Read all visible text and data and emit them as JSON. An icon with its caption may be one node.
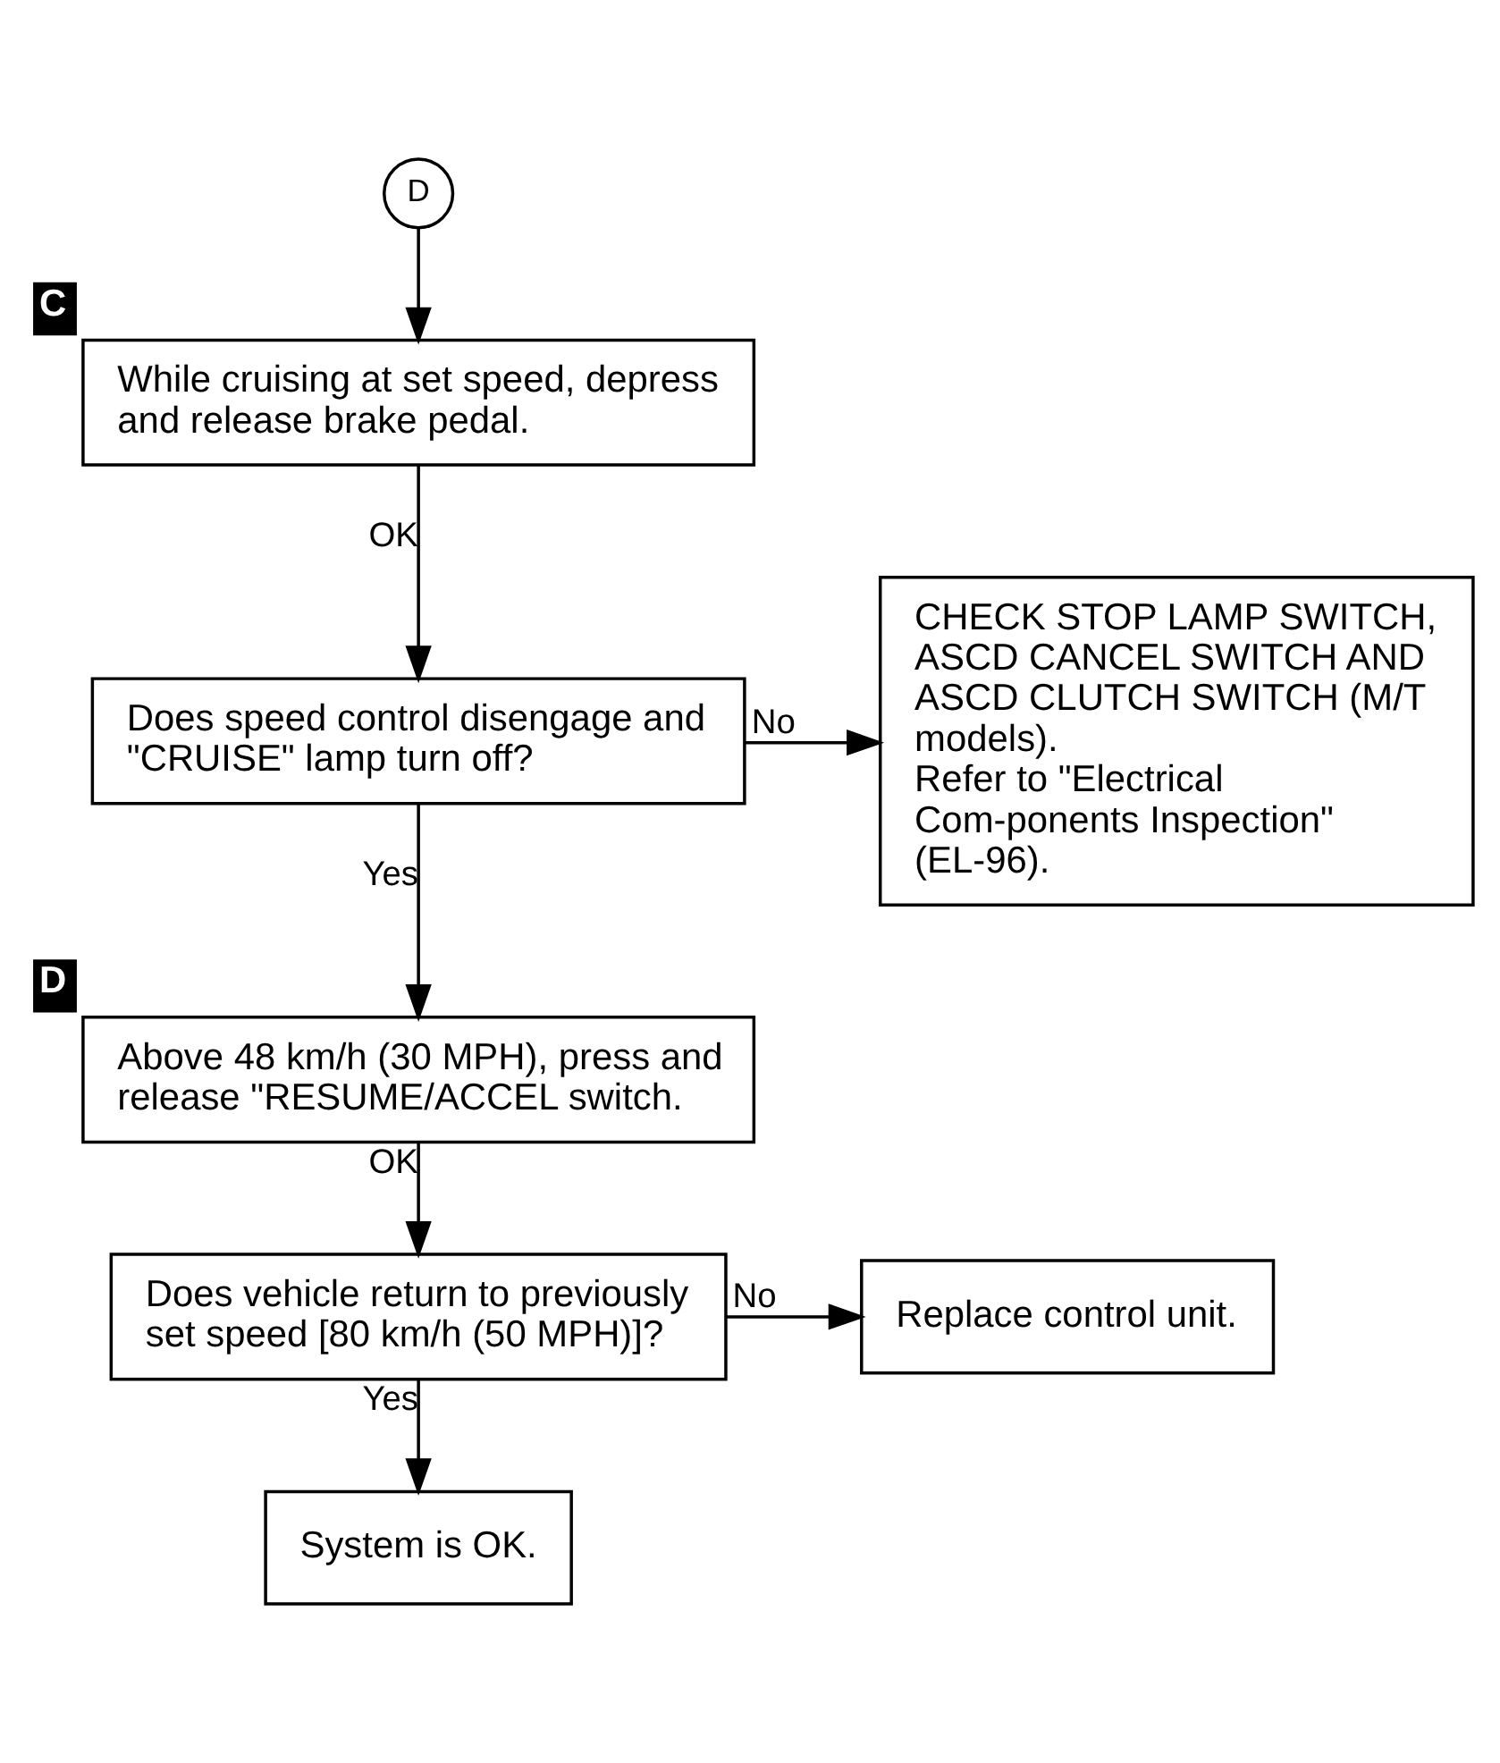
{
  "diagram": {
    "nodes": [
      {
        "text": [
          "D"
        ]
      },
      {
        "text": [
          "While cruising at set speed, depress and release brake pedal."
        ],
        "beside": [
          "C"
        ]
      },
      {
        "text": [
          "Does speed control disengage and \"CRUISE\" lamp turn off?"
        ]
      },
      {
        "text": [
          "CHECK STOP LAMP SWITCH, ASCD CANCEL SWITCH AND ASCD CLUTCH SWITCH (M/T models).",
          "Refer to \"Electrical Com-ponents Inspection\" (EL-96)."
        ]
      },
      {
        "text": [
          "Above 48 km/h (30 MPH), press and release \"RESUME/ACCEL switch."
        ],
        "beside": [
          "D"
        ]
      },
      {
        "text": [
          "Does vehicle return to previously set speed [80 km/h (50 MPH)]?"
        ]
      },
      {
        "text": [
          "Replace control unit."
        ]
      },
      {
        "text": [
          "System is OK."
        ]
      }
    ],
    "edges": [
      {
        "from": 0,
        "to": 1,
        "arrow": "to"
      },
      {
        "from": 1,
        "to": 2,
        "arrow": "to",
        "label": "OK"
      },
      {
        "from": 2,
        "to": 3,
        "arrow": "to",
        "label": "No"
      },
      {
        "from": 2,
        "to": 4,
        "arrow": "to",
        "label": "Yes"
      },
      {
        "from": 4,
        "to": 5,
        "arrow": "to",
        "label": "OK"
      },
      {
        "from": 5,
        "to": 6,
        "arrow": "to",
        "label": "No"
      },
      {
        "from": 5,
        "to": 7,
        "arrow": "to",
        "label": "Yes"
      }
    ]
  }
}
